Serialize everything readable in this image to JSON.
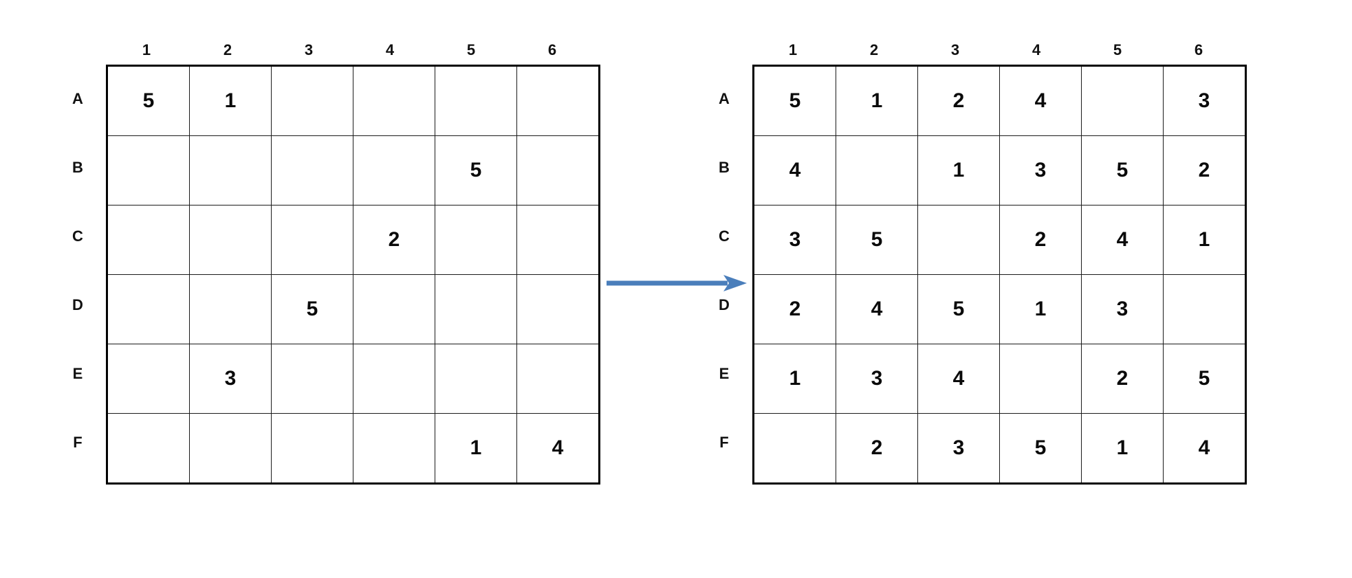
{
  "diagram": {
    "type": "sudoku-transformation",
    "arrow": {
      "name": "transform-arrow",
      "direction": "right",
      "color": "#4a7ebb"
    }
  },
  "grids": [
    {
      "id": "puzzle",
      "role": "input-puzzle",
      "column_headers": [
        "1",
        "2",
        "3",
        "4",
        "5",
        "6"
      ],
      "row_labels": [
        "A",
        "B",
        "C",
        "D",
        "E",
        "F"
      ],
      "cells": [
        [
          "5",
          "1",
          "",
          "",
          "",
          ""
        ],
        [
          "",
          "",
          "",
          "",
          "5",
          ""
        ],
        [
          "",
          "",
          "",
          "2",
          "",
          ""
        ],
        [
          "",
          "",
          "5",
          "",
          "",
          ""
        ],
        [
          "",
          "3",
          "",
          "",
          "",
          ""
        ],
        [
          "",
          "",
          "",
          "",
          "1",
          "4"
        ]
      ]
    },
    {
      "id": "solution",
      "role": "output-solution",
      "column_headers": [
        "1",
        "2",
        "3",
        "4",
        "5",
        "6"
      ],
      "row_labels": [
        "A",
        "B",
        "C",
        "D",
        "E",
        "F"
      ],
      "cells": [
        [
          "5",
          "1",
          "2",
          "4",
          "",
          "3"
        ],
        [
          "4",
          "",
          "1",
          "3",
          "5",
          "2"
        ],
        [
          "3",
          "5",
          "",
          "2",
          "4",
          "1"
        ],
        [
          "2",
          "4",
          "5",
          "1",
          "3",
          ""
        ],
        [
          "1",
          "3",
          "4",
          "",
          "2",
          "5"
        ],
        [
          "",
          "2",
          "3",
          "5",
          "1",
          "4"
        ]
      ]
    }
  ]
}
